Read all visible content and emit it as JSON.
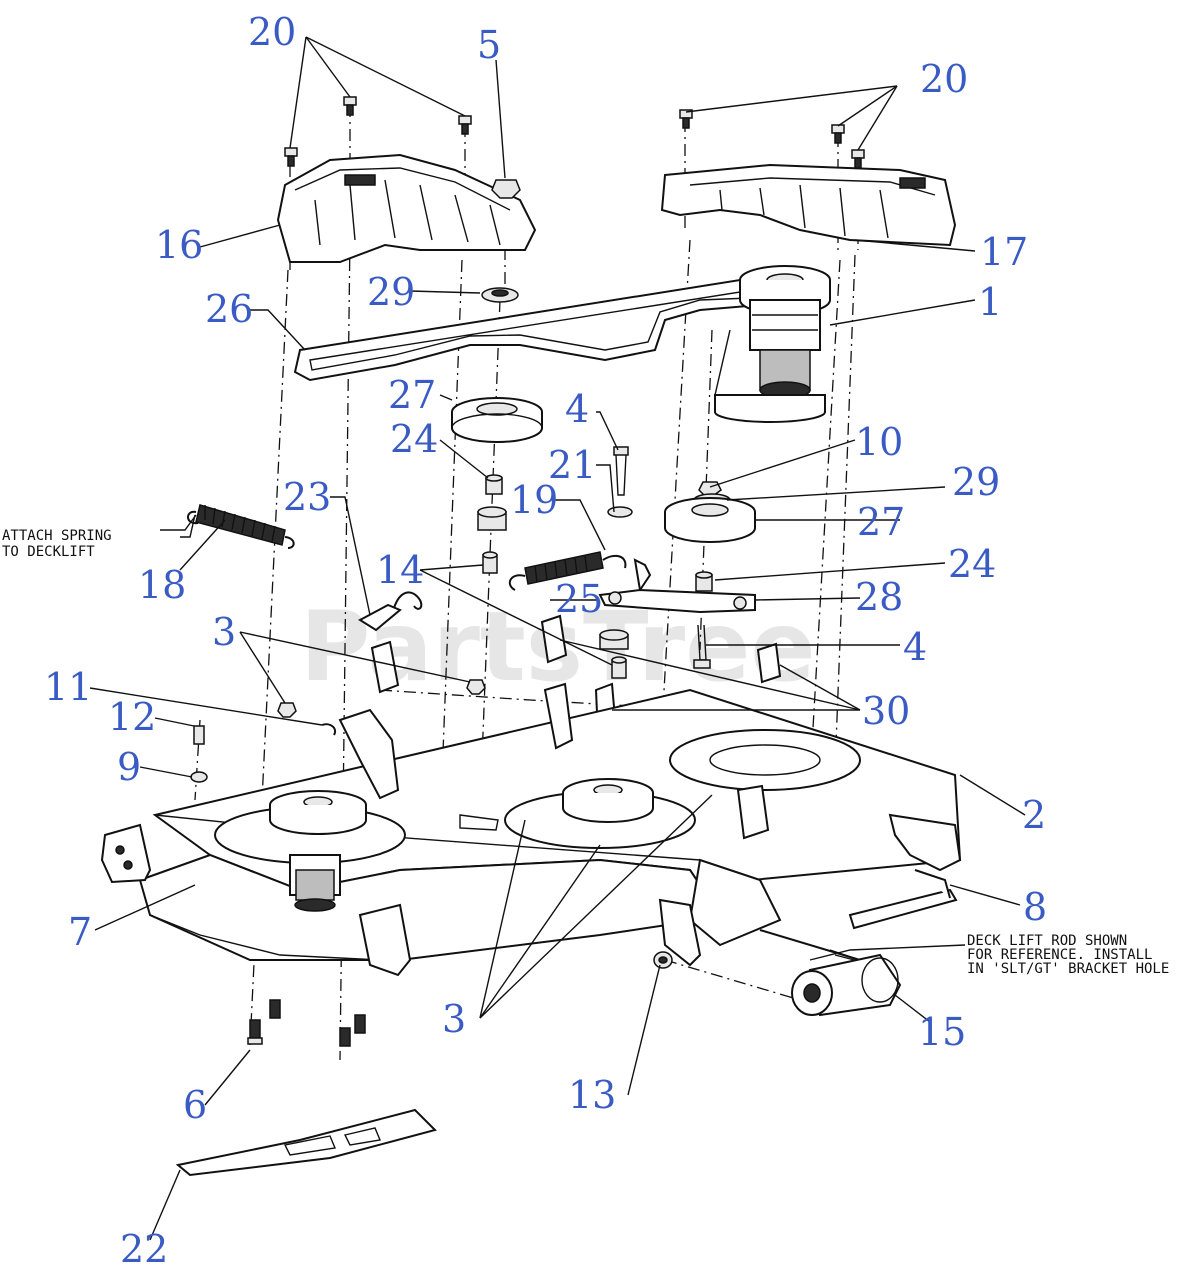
{
  "watermark": "PartsTree",
  "accent_color": "#3b5bc4",
  "line_color": "#111111",
  "notes": {
    "spring_line1": "ATTACH SPRING",
    "spring_line2": "TO DECKLIFT",
    "rod_line1": "DECK LIFT ROD SHOWN",
    "rod_line2": "FOR REFERENCE. INSTALL",
    "rod_line3": "IN 'SLT/GT' BRACKET HOLE"
  },
  "callouts": [
    {
      "id": "c20a",
      "label": "20"
    },
    {
      "id": "c5",
      "label": "5"
    },
    {
      "id": "c20b",
      "label": "20"
    },
    {
      "id": "c16",
      "label": "16"
    },
    {
      "id": "c17",
      "label": "17"
    },
    {
      "id": "c29a",
      "label": "29"
    },
    {
      "id": "c26",
      "label": "26"
    },
    {
      "id": "c1",
      "label": "1"
    },
    {
      "id": "c27a",
      "label": "27"
    },
    {
      "id": "c24a",
      "label": "24"
    },
    {
      "id": "c4a",
      "label": "4"
    },
    {
      "id": "c21",
      "label": "21"
    },
    {
      "id": "c10",
      "label": "10"
    },
    {
      "id": "c23",
      "label": "23"
    },
    {
      "id": "c19",
      "label": "19"
    },
    {
      "id": "c29b",
      "label": "29"
    },
    {
      "id": "c27b",
      "label": "27"
    },
    {
      "id": "c18",
      "label": "18"
    },
    {
      "id": "c14",
      "label": "14"
    },
    {
      "id": "c24b",
      "label": "24"
    },
    {
      "id": "c25",
      "label": "25"
    },
    {
      "id": "c28",
      "label": "28"
    },
    {
      "id": "c3a",
      "label": "3"
    },
    {
      "id": "c4b",
      "label": "4"
    },
    {
      "id": "c11",
      "label": "11"
    },
    {
      "id": "c30",
      "label": "30"
    },
    {
      "id": "c12",
      "label": "12"
    },
    {
      "id": "c9",
      "label": "9"
    },
    {
      "id": "c2",
      "label": "2"
    },
    {
      "id": "c8",
      "label": "8"
    },
    {
      "id": "c7",
      "label": "7"
    },
    {
      "id": "c3b",
      "label": "3"
    },
    {
      "id": "c15",
      "label": "15"
    },
    {
      "id": "c13",
      "label": "13"
    },
    {
      "id": "c6",
      "label": "6"
    },
    {
      "id": "c22",
      "label": "22"
    }
  ]
}
